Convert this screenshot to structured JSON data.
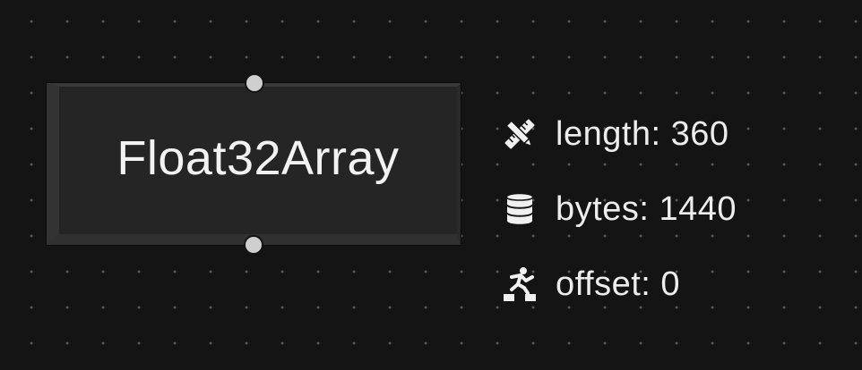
{
  "node": {
    "title": "Float32Array"
  },
  "stats": [
    {
      "icon": "ruler-pencil-icon",
      "label": "length:",
      "value": "360"
    },
    {
      "icon": "database-icon",
      "label": "bytes:",
      "value": "1440"
    },
    {
      "icon": "step-up-icon",
      "label": "offset:",
      "value": "0"
    }
  ],
  "colors": {
    "background": "#141414",
    "node_fill": "#252525",
    "port": "#cfcfcf",
    "text": "#ededed"
  }
}
